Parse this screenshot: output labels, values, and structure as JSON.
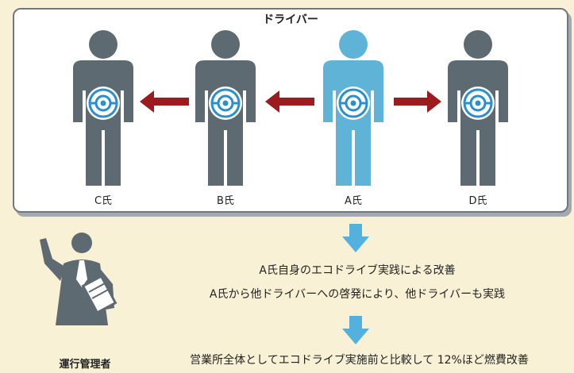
{
  "panel": {
    "title": "ドライバー",
    "drivers": [
      {
        "name": "C氏",
        "highlight": false
      },
      {
        "name": "B氏",
        "highlight": false
      },
      {
        "name": "A氏",
        "highlight": true
      },
      {
        "name": "D氏",
        "highlight": false
      }
    ]
  },
  "steps": {
    "line1": "A氏自身のエコドライブ実践による改善",
    "line2": "A氏から他ドライバーへの啓発により、他ドライバーも実践",
    "result": "営業所全体としてエコドライブ実施前と比較して 12%ほど燃費改善"
  },
  "manager": {
    "label": "運行管理者"
  },
  "colors": {
    "background": "#f8f1d6",
    "driver_gray": "#5e6a72",
    "driver_highlight": "#5fb3d6",
    "arrow_red": "#9b1b1e",
    "arrow_blue": "#54b0dc",
    "gauge_blue": "#2a8fd0"
  }
}
